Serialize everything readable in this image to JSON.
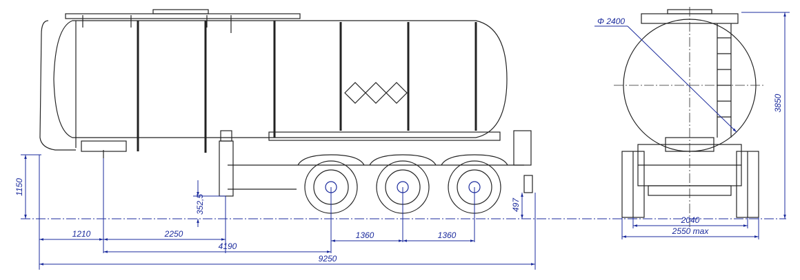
{
  "colors": {
    "outline": "#222222",
    "dimension": "#1a2a9c",
    "background": "#ffffff"
  },
  "side_view": {
    "labels": {
      "overhang_front": "1210",
      "kingpin_to_gear": "2250",
      "kingpin_to_first_axle": "4190",
      "axle_spacing_1": "1360",
      "axle_spacing_2": "1360",
      "overall_length": "9250",
      "coupling_height": "1150",
      "landing_gear_height": "352,5",
      "rear_clearance": "497"
    }
  },
  "rear_view": {
    "labels": {
      "tank_diameter": "Φ 2400",
      "overall_height": "3850",
      "track_width": "2040",
      "max_width": "2550 max"
    }
  }
}
